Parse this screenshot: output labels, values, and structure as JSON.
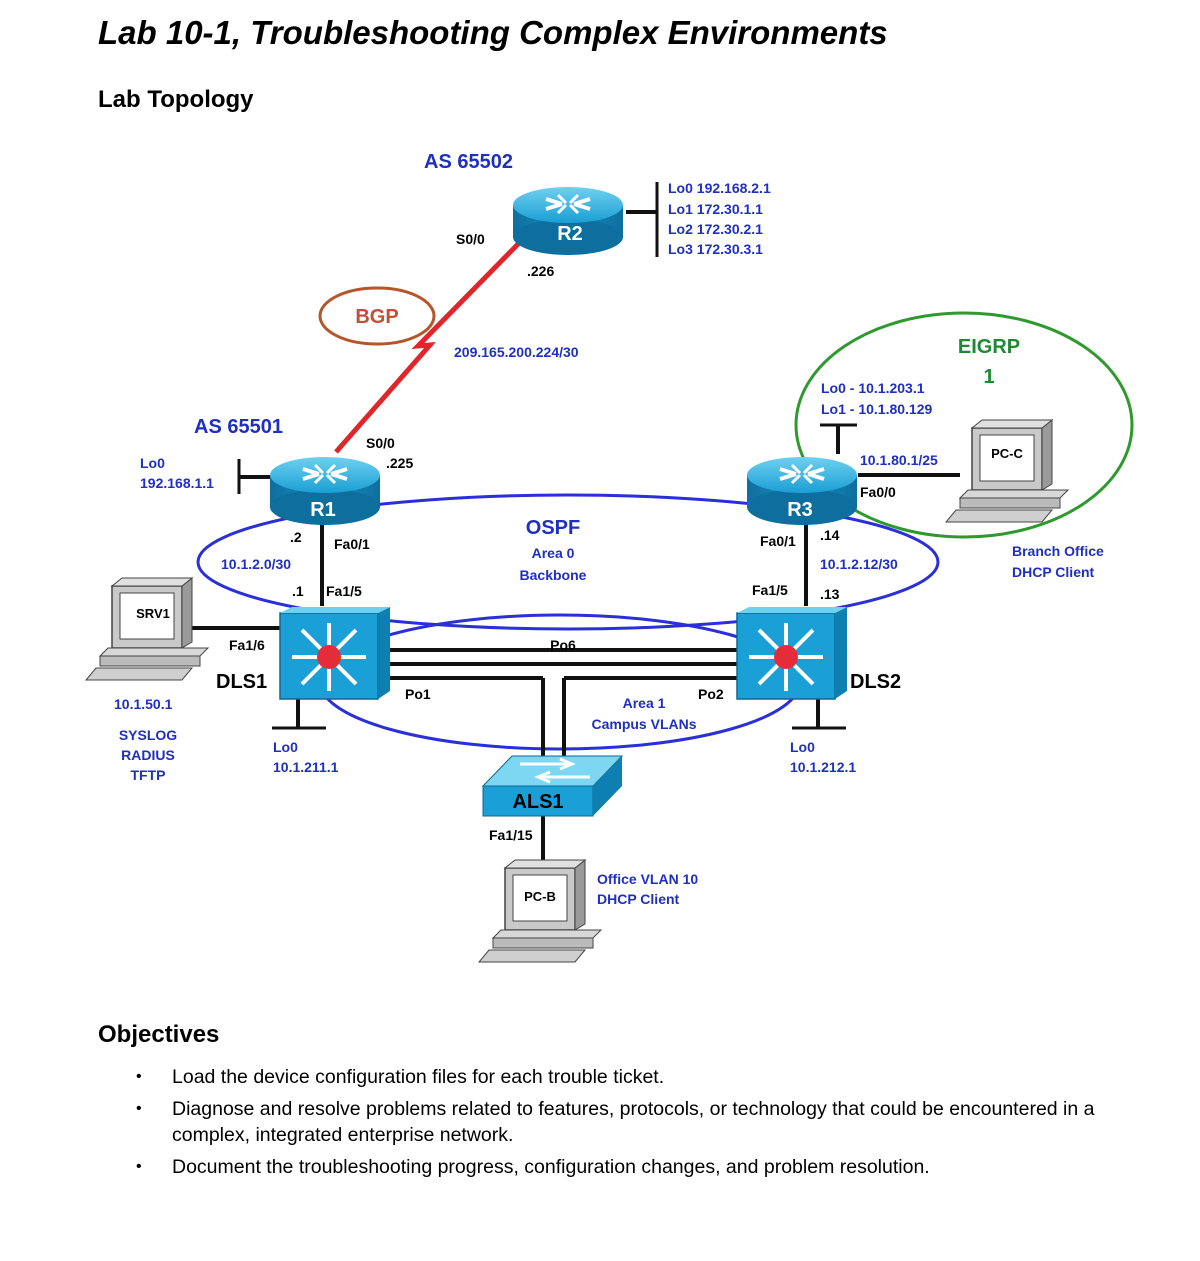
{
  "document": {
    "title": "Lab 10-1, Troubleshooting Complex Environments",
    "topology_heading": "Lab Topology",
    "objectives_heading": "Objectives",
    "objectives": [
      "Load the device configuration files for each trouble ticket.",
      "Diagnose and resolve problems related to features, protocols, or technology that could be encountered in a complex, integrated enterprise network.",
      "Document the troubleshooting progress, configuration changes, and problem resolution."
    ]
  },
  "diagram": {
    "colors": {
      "link_blue": "#1f2fbf",
      "ospf_ring": "#2a2fd8",
      "eigrp_ring": "#2e9a2e",
      "bgp_oval": "#b5562a",
      "serial_link": "#e0262a",
      "device_cyan": "#1aa0d6",
      "eigrp_text": "#1e8a33",
      "bgp_text": "#c0503a"
    },
    "as_65502": "AS 65502",
    "as_65501": "AS 65501",
    "bgp": "BGP",
    "bgp_network": "209.165.200.224/30",
    "eigrp_line1": "EIGRP",
    "eigrp_line2": "1",
    "ospf": {
      "title": "OSPF",
      "area": "Area 0",
      "sub": "Backbone"
    },
    "area1": {
      "title": "Area 1",
      "sub": "Campus VLANs"
    },
    "devices": {
      "r1": "R1",
      "r2": "R2",
      "r3": "R3",
      "dls1": "DLS1",
      "dls2": "DLS2",
      "als1": "ALS1",
      "srv1": "SRV1",
      "pcb": "PC-B",
      "pcc": "PC-C"
    },
    "r2_loopbacks": [
      "Lo0 192.168.2.1",
      "Lo1 172.30.1.1",
      "Lo2 172.30.2.1",
      "Lo3 172.30.3.1"
    ],
    "r2_s00": "S0/0",
    "r2_ip": ".226",
    "r1_s00": "S0/0",
    "r1_ip": ".225",
    "r1_lo0_name": "Lo0",
    "r1_lo0_ip": "192.168.1.1",
    "r1_fa01": "Fa0/1",
    "r1_ip2": ".2",
    "net_r1_dls1": "10.1.2.0/30",
    "dls1_ip": ".1",
    "dls1_fa15": "Fa1/5",
    "dls1_fa16": "Fa1/6",
    "r3_lo0": "Lo0 - 10.1.203.1",
    "r3_lo1": "Lo1 - 10.1.80.129",
    "r3_fa00_ip": "10.1.80.1/25",
    "r3_fa00": "Fa0/0",
    "r3_fa01": "Fa0/1",
    "r3_ip": ".14",
    "net_r3_dls2": "10.1.2.12/30",
    "dls2_fa15": "Fa1/5",
    "dls2_ip": ".13",
    "branch_line1": "Branch Office",
    "branch_line2": "DHCP Client",
    "srv1_ip": "10.1.50.1",
    "srv1_roles": [
      "SYSLOG",
      "RADIUS",
      "TFTP"
    ],
    "po6": "Po6",
    "po1": "Po1",
    "po2": "Po2",
    "dls1_lo0_name": "Lo0",
    "dls1_lo0_ip": "10.1.211.1",
    "dls2_lo0_name": "Lo0",
    "dls2_lo0_ip": "10.1.212.1",
    "als1_fa115": "Fa1/15",
    "office_line1": "Office VLAN 10",
    "office_line2": "DHCP Client"
  }
}
